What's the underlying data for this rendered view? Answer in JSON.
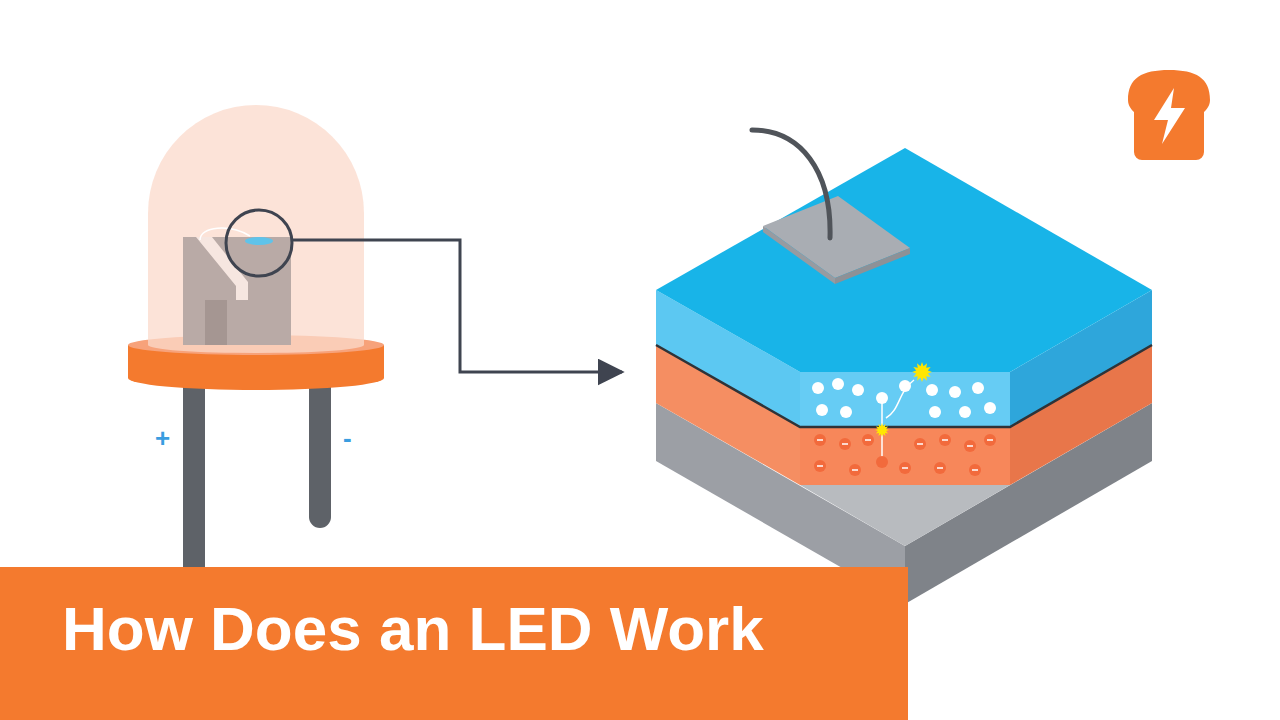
{
  "diagram": {
    "title": "How Does an LED Work",
    "labels": [
      "+",
      "-"
    ]
  }
}
